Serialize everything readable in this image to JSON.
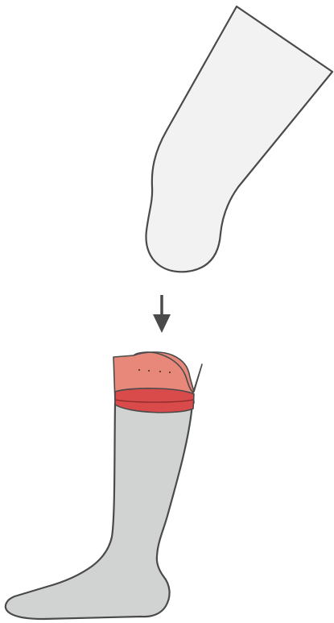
{
  "diagram": {
    "parts": [
      {
        "name": "residual-limb",
        "icon": "limb-shape"
      },
      {
        "name": "down-arrow",
        "icon": "arrow-down-icon"
      },
      {
        "name": "prosthetic-leg",
        "icon": "prosthesis-shape"
      },
      {
        "name": "socket-liner",
        "icon": "liner-shape"
      }
    ],
    "colors": {
      "outline": "#4a4a4a",
      "limb_fill": "#f2f2f2",
      "prosthesis_fill": "#d1d3d2",
      "liner_fill": "#e8887a",
      "band_fill": "#d94b4b",
      "band_dark": "#c43c3c",
      "arrow": "#4a4a4a"
    }
  }
}
